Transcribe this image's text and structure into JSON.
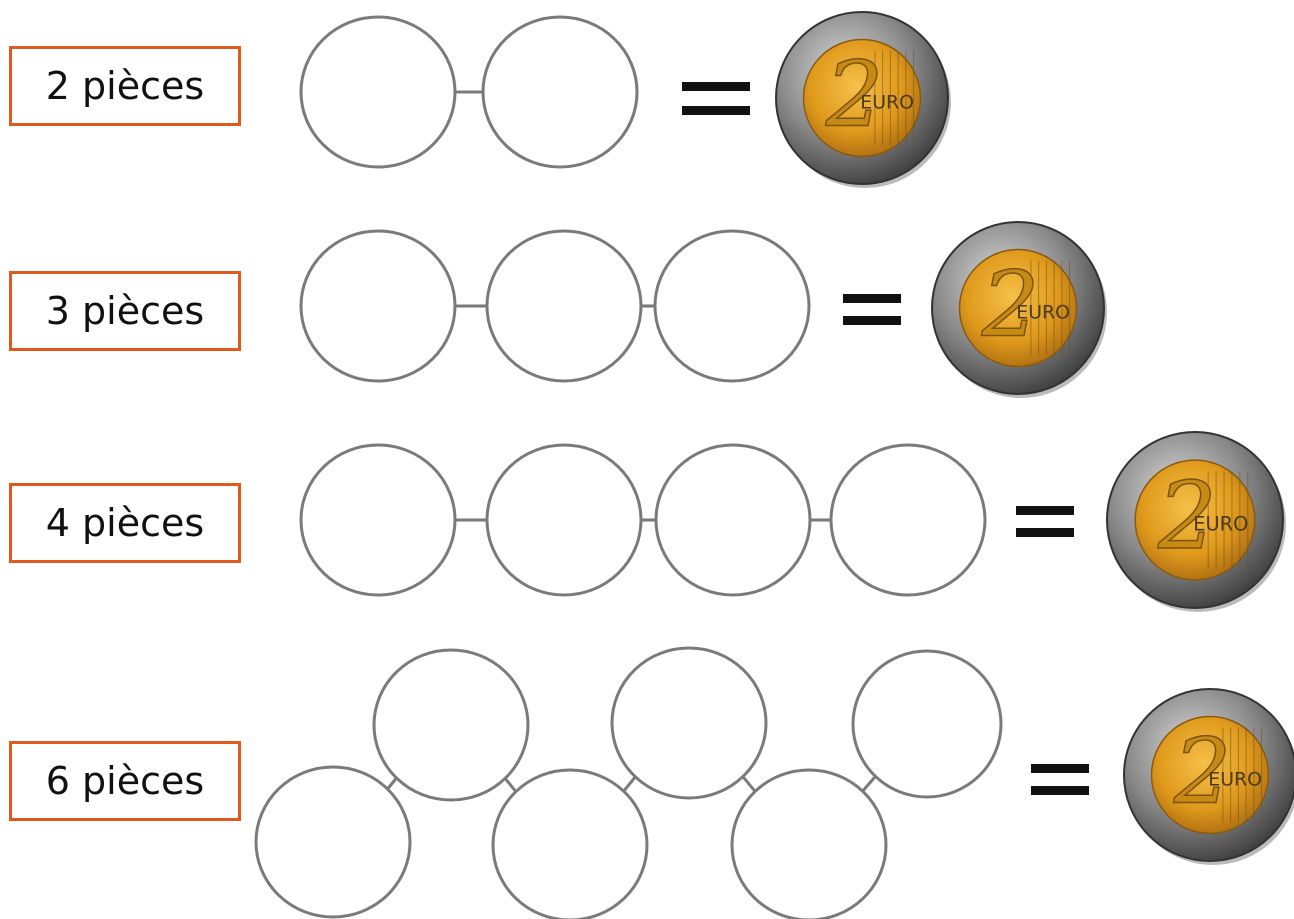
{
  "rows": [
    {
      "label": "2 pièces",
      "empty_circles": 2,
      "coin_value": "2",
      "coin_currency": "EURO"
    },
    {
      "label": "3 pièces",
      "empty_circles": 3,
      "coin_value": "2",
      "coin_currency": "EURO"
    },
    {
      "label": "4 pièces",
      "empty_circles": 4,
      "coin_value": "2",
      "coin_currency": "EURO"
    },
    {
      "label": "6 pièces",
      "empty_circles": 6,
      "coin_value": "2",
      "coin_currency": "EURO"
    }
  ],
  "colors": {
    "label_border": "#e05a1e",
    "circle_stroke": "#7a7a7a",
    "equals": "#111111",
    "coin_ring": "#7f7f7f",
    "coin_center": "#e0a020"
  }
}
